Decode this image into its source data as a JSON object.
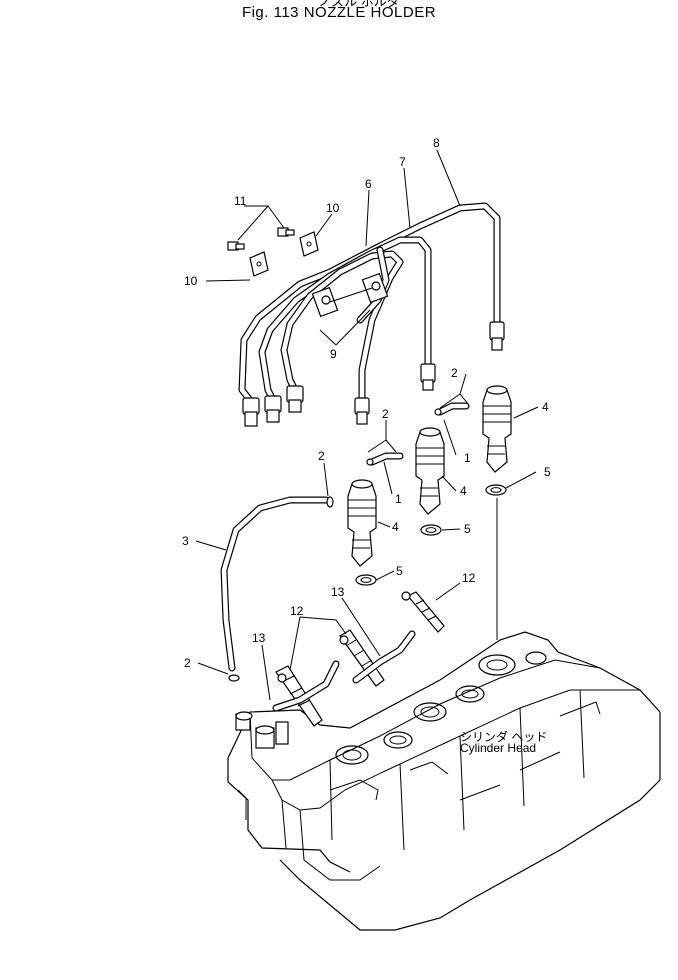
{
  "figure": {
    "title_jp": "ノズル ホルダ",
    "title": "Fig. 113  NOZZLE  HOLDER"
  },
  "callouts": [
    "1",
    "1",
    "2",
    "2",
    "2",
    "2",
    "3",
    "4",
    "4",
    "4",
    "5",
    "5",
    "5",
    "6",
    "7",
    "8",
    "9",
    "10",
    "10",
    "11",
    "12",
    "12",
    "13",
    "13"
  ],
  "cylinder_head": {
    "label_jp": "シリンダ ヘッド",
    "label": "Cylinder Head"
  }
}
